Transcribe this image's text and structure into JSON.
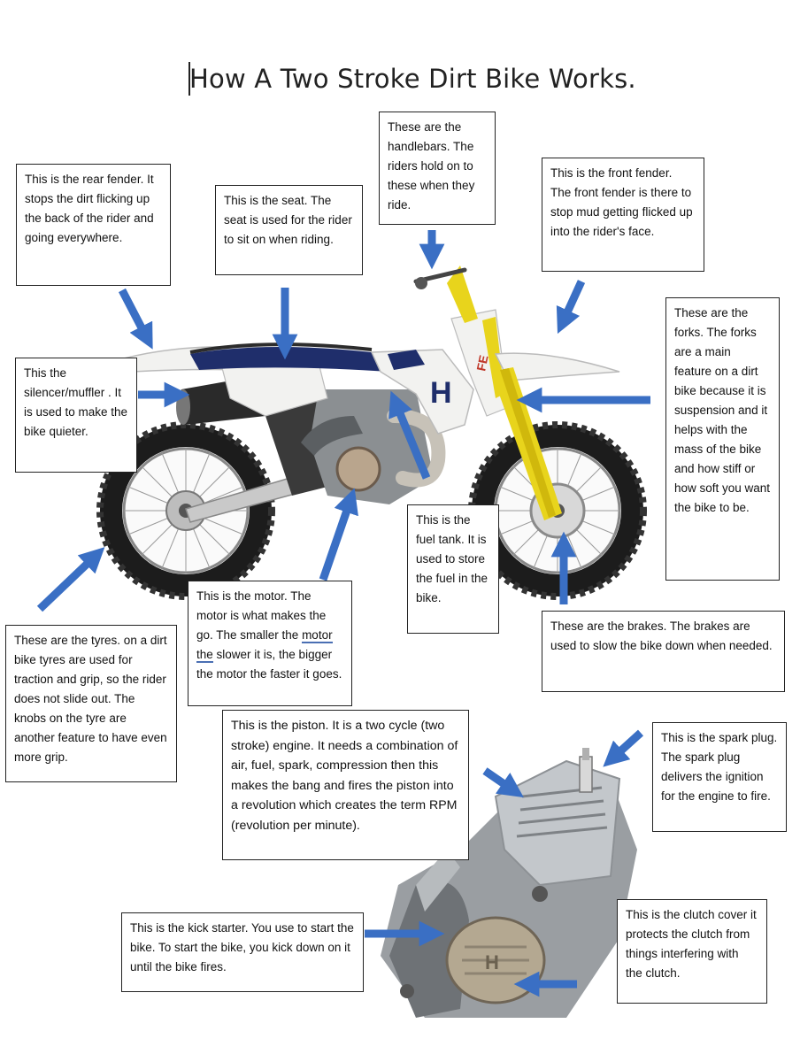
{
  "title": "How A Two Stroke Dirt Bike Works.",
  "colors": {
    "arrow": "#3a6fc4",
    "frame_white": "#f2f2f0",
    "accent_blue": "#1f2e6b",
    "fork_yellow": "#e8d41c",
    "tyre": "#1c1c1c"
  },
  "labels": {
    "rear_fender": "This is the rear fender. It stops the dirt flicking up the back of the rider and going everywhere.",
    "seat": "This is the seat. The seat is used for the rider to sit on when riding.",
    "handlebars": "These are the handlebars. The riders hold on to these when they ride.",
    "front_fender": "This is the front fender. The front fender is there to stop mud getting flicked up into the rider's face.",
    "forks": "These are the forks. The forks are a main feature on a dirt bike because it is suspension and it helps with the mass of the bike and how stiff or how soft you want the bike to be.",
    "silencer": "This the silencer/muffler . It is used to make the bike quieter.",
    "fuel_tank": "This is the fuel tank. It is used to store the fuel in the bike.",
    "motor_a": "This is the motor. The motor is what makes the go. The smaller the ",
    "motor_u1": "motor",
    "motor_sp": " ",
    "motor_u2": "the",
    "motor_b": " slower it is, the bigger the motor the faster it goes.",
    "brakes": "These are the brakes. The brakes are used to slow the bike down when needed.",
    "tyres": "These are the tyres. on a dirt bike tyres are used for traction and grip, so the rider does not slide out. The knobs on the tyre are another feature to have even more grip.",
    "piston": "This is the piston. It is a two cycle (two stroke) engine. It needs a combination of air, fuel, spark, compression then this makes the bang and fires the piston into a revolution which creates the term RPM (revolution per minute).",
    "spark_plug": "This is the spark plug.  The spark plug delivers the ignition for the engine to fire.",
    "kick_starter": "This is the kick starter. You use to start the bike. To start the bike, you kick down on it until the bike fires.",
    "clutch": "This is the clutch cover it protects the clutch from things interfering with the clutch."
  }
}
